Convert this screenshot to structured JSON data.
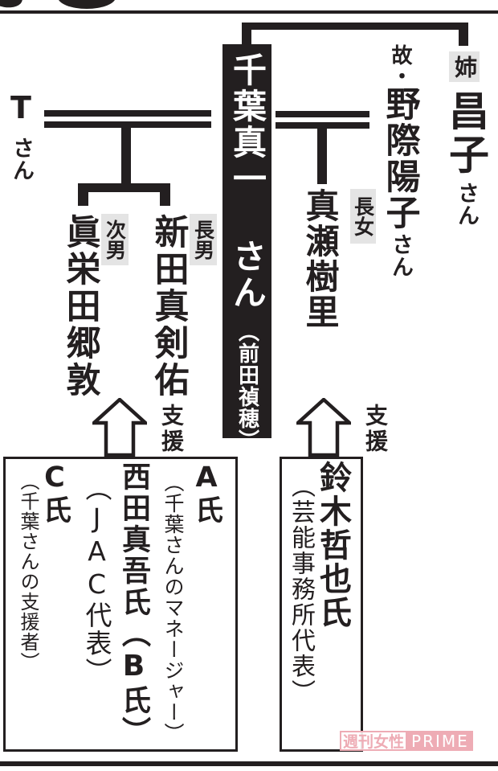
{
  "colors": {
    "ink": "#231f20",
    "label_bg": "#e4e4e4",
    "pink": "#eeacb5",
    "paper": "#ffffff"
  },
  "tree": {
    "main": {
      "name": "千葉真一 さん",
      "real_name": "（前田禎穂）"
    },
    "spouse_left": {
      "name": "T",
      "honorific": "さん"
    },
    "spouse_right": {
      "prefix": "故・",
      "name": "野際陽子",
      "honorific": "さん"
    },
    "sister": {
      "relation": "姉",
      "name": "昌子",
      "honorific": "さん"
    },
    "daughter": {
      "relation": "長女",
      "name": "真瀬樹里"
    },
    "eldest_son": {
      "relation": "長男",
      "name": "新田真剣佑"
    },
    "second_son": {
      "relation": "次男",
      "name": "眞栄田郷敦"
    }
  },
  "support": {
    "arrow_label": "支援",
    "left_box": {
      "entries": [
        {
          "name": "A氏",
          "desc": "（千葉さんのマネージャー）"
        },
        {
          "name": "西田真吾氏（B氏）",
          "desc": "（JAC代表）"
        },
        {
          "name": "C氏",
          "desc": "（千葉さんの支援者）"
        }
      ]
    },
    "right_box": {
      "entries": [
        {
          "name": "鈴木哲也氏",
          "desc": "（芸能事務所代表）"
        }
      ]
    }
  },
  "watermark": {
    "magazine": "週刊女性",
    "brand": "PRIME"
  }
}
